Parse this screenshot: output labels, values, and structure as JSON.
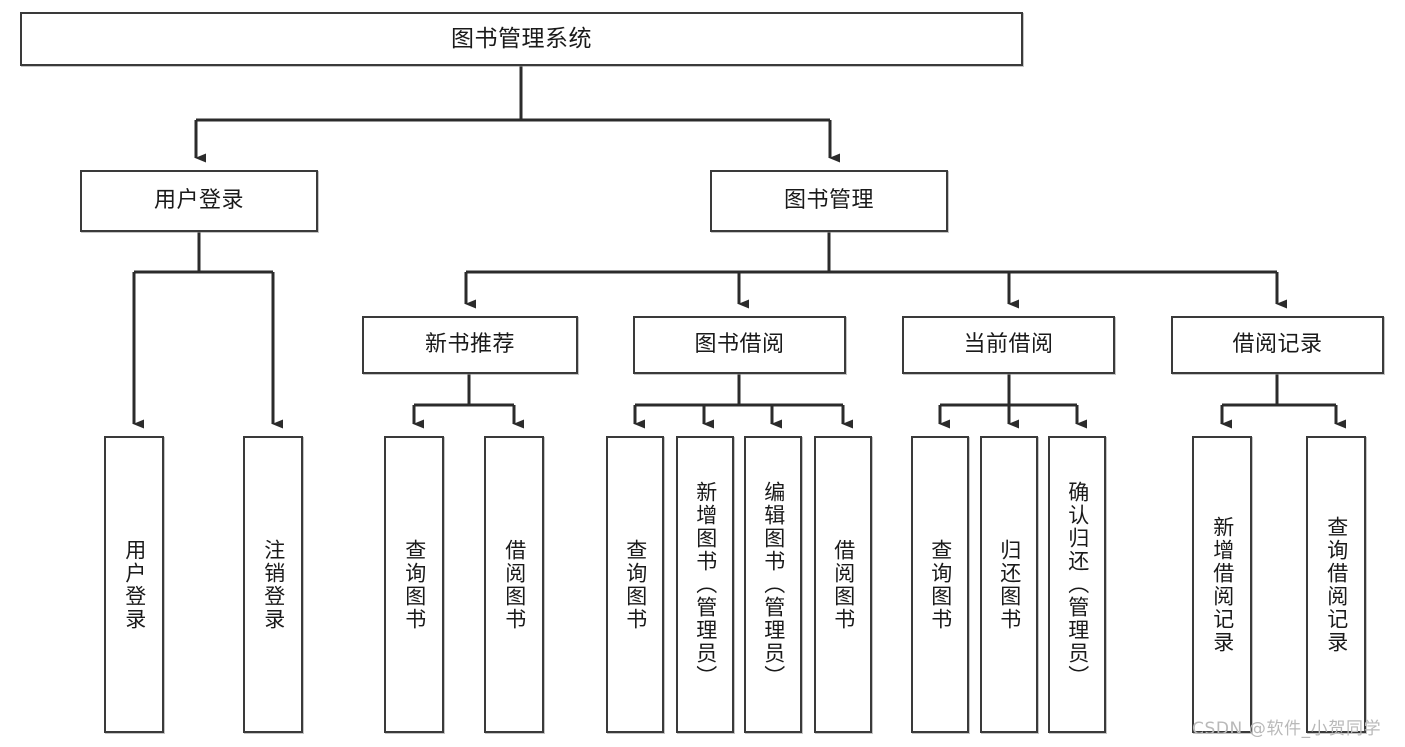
{
  "diagram": {
    "title": "图书管理系统",
    "type": "tree-hierarchy",
    "watermark": "CSDN @软件_小贺同学",
    "colors": {
      "background": "#ffffff",
      "box_border": "#3a3a3a",
      "box_fill": "#ffffff",
      "text": "#1a1a1a",
      "edge": "#2b2b2b",
      "watermark": "#b9b9b9"
    },
    "nodes": {
      "root": {
        "label": "图书管理系统"
      },
      "level1": [
        {
          "id": "user-login",
          "label": "用户登录"
        },
        {
          "id": "book-manage",
          "label": "图书管理"
        }
      ],
      "level2": [
        {
          "id": "new-book-rec",
          "label": "新书推荐"
        },
        {
          "id": "book-borrow",
          "label": "图书借阅"
        },
        {
          "id": "current-borrow",
          "label": "当前借阅"
        },
        {
          "id": "borrow-record",
          "label": "借阅记录"
        }
      ],
      "leaves": {
        "user_login": [
          {
            "id": "leaf-user-login",
            "label": "用户登录"
          },
          {
            "id": "leaf-logout",
            "label": "注销登录"
          }
        ],
        "new_book_rec": [
          {
            "id": "leaf-query-book-1",
            "label": "查询图书"
          },
          {
            "id": "leaf-borrow-book-1",
            "label": "借阅图书"
          }
        ],
        "book_borrow": [
          {
            "id": "leaf-query-book-2",
            "label": "查询图书"
          },
          {
            "id": "leaf-add-book",
            "label": "新增图书（管理员）"
          },
          {
            "id": "leaf-edit-book",
            "label": "编辑图书（管理员）"
          },
          {
            "id": "leaf-borrow-book-2",
            "label": "借阅图书"
          }
        ],
        "current_borrow": [
          {
            "id": "leaf-query-book-3",
            "label": "查询图书"
          },
          {
            "id": "leaf-return-book",
            "label": "归还图书"
          },
          {
            "id": "leaf-confirm-return",
            "label": "确认归还（管理员）"
          }
        ],
        "borrow_record": [
          {
            "id": "leaf-add-record",
            "label": "新增借阅记录"
          },
          {
            "id": "leaf-query-record",
            "label": "查询借阅记录"
          }
        ]
      }
    }
  }
}
